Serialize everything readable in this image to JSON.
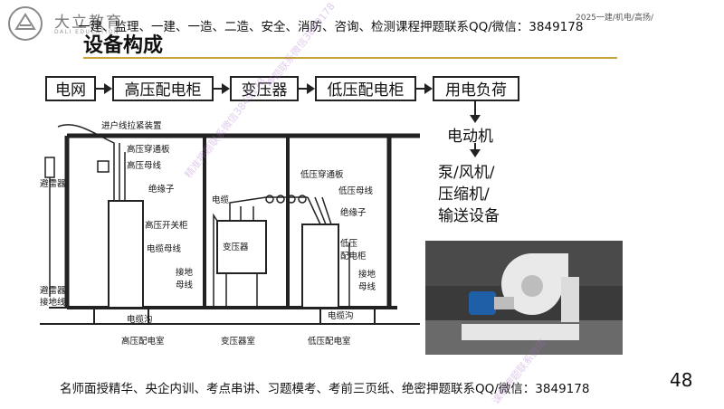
{
  "header": {
    "logo_name": "大立教育",
    "logo_sub": "DALI EDUCATION",
    "promo": "一建、监理、一建、一造、二造、安全、消防、咨询、检测课程押题联系QQ/微信：3849178",
    "tag": "2025一建/机电/高扬/"
  },
  "title": "设备构成",
  "flow": [
    "电网",
    "高压配电柜",
    "变压器",
    "低压配电柜",
    "用电负荷"
  ],
  "loads": {
    "first": "电动机",
    "second": [
      "泵/风机/",
      "压缩机/",
      "输送设备"
    ]
  },
  "diagram": {
    "labels": {
      "entry": "进户线拉紧装置",
      "hv_bushing": "高压穿通板",
      "hv_bus": "高压母线",
      "arrester_top": "避雷器",
      "insulator_hv": "绝缘子",
      "cable": "电缆",
      "lv_bushing": "低压穿通板",
      "lv_bus": "低压母线",
      "insulator_lv": "绝缘子",
      "hv_switch": "高压开关柜",
      "cable_bus": "电缆母线",
      "transformer": "变压器",
      "lv_cabinet_1": "低压",
      "lv_cabinet_2": "配电柜",
      "ground_mid_1": "接地",
      "ground_mid_2": "母线",
      "ground_right_1": "接地",
      "ground_right_2": "母线",
      "arrester_bottom_1": "避雷器",
      "arrester_bottom_2": "接地线",
      "trench_left": "电缆沟",
      "trench_right": "电缆沟",
      "room_hv": "高压配电室",
      "room_tx": "变压器室",
      "room_lv": "低压配电室"
    }
  },
  "footer": {
    "promo": "名师面授精华、央企内训、考点串讲、习题模考、考前三页纸、绝密押题联系QQ/微信：3849178",
    "page": "48"
  },
  "watermarks": [
    "押题联系微信3849178",
    "精准押题联系微信3849178",
    "课程押题联系微信"
  ]
}
